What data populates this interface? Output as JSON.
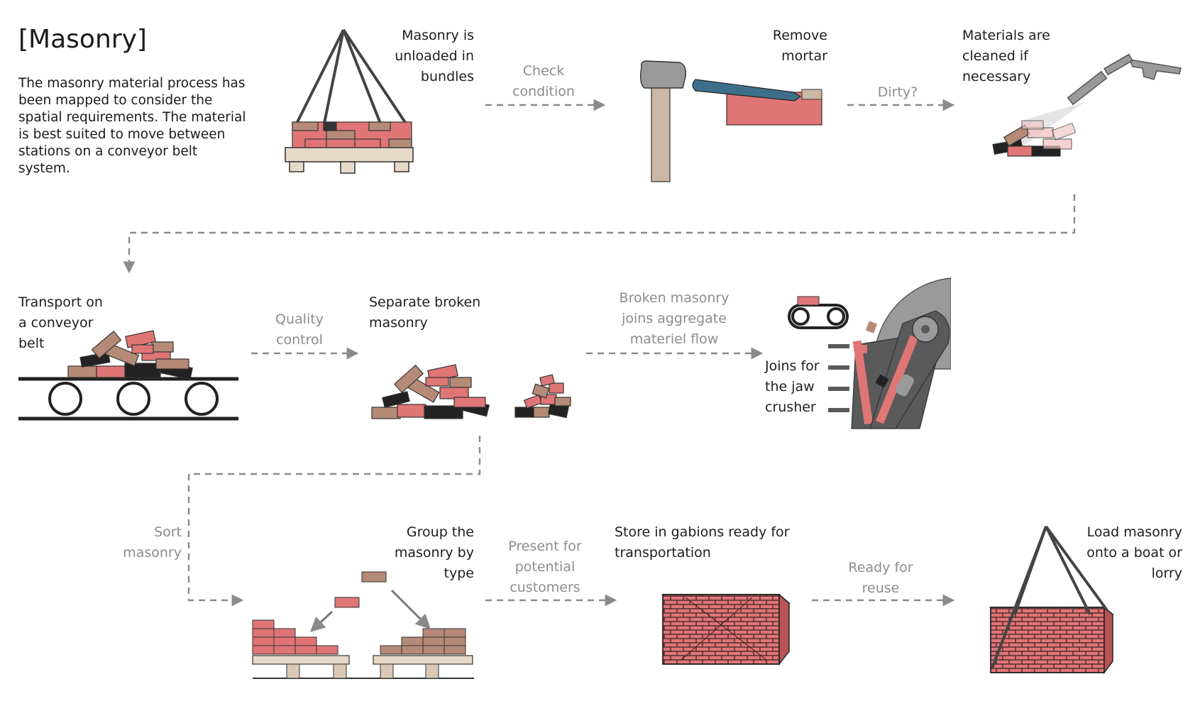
{
  "title": "[Masonry]",
  "intro": "The masonry material process has been mapped to consider the spatial requirements. The material is best suited to move between stations on a conveyor belt system.",
  "steps": {
    "unload": "Masonry is\nunloaded in\nbundles",
    "remove_mortar": "Remove\nmortar",
    "clean": "Materials are\ncleaned if\nnecessary",
    "transport": "Transport on\na conveyor\nbelt",
    "separate": "Separate broken\nmasonry",
    "crusher": "Joins for\nthe jaw\ncrusher",
    "group": "Group the\nmasonry by\ntype",
    "store": "Store in gabions ready for\ntransportation",
    "load": "Load masonry\nonto a boat or\nlorry"
  },
  "flow_labels": {
    "check_condition": "Check\ncondition",
    "dirty": "Dirty?",
    "quality_control": "Quality\ncontrol",
    "broken_flow": "Broken masonry\njoins aggregate\nmateriel flow",
    "sort_masonry": "Sort\nmasonry",
    "present": "Present for\npotential\ncustomers",
    "ready_reuse": "Ready for\nreuse"
  },
  "colors": {
    "brick_red": "#e07575",
    "brick_brown": "#b58a76",
    "brick_black": "#222222",
    "pallet": "#e6d9c8",
    "arrow_grey": "#8a8a8a",
    "steel_grey": "#9a9a9a",
    "dark_grey": "#5a5a5a",
    "chisel_blue": "#3d6f8a",
    "handle_tan": "#cbb7a6"
  }
}
